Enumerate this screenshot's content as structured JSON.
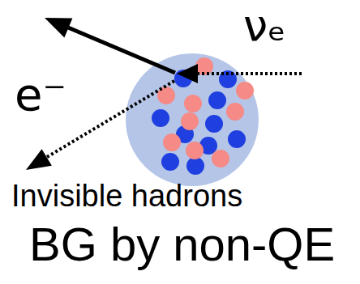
{
  "diagram": {
    "labels": [
      "νₑ",
      "e⁻",
      "Invisible hadrons",
      "BG by non-QE"
    ]
  }
}
